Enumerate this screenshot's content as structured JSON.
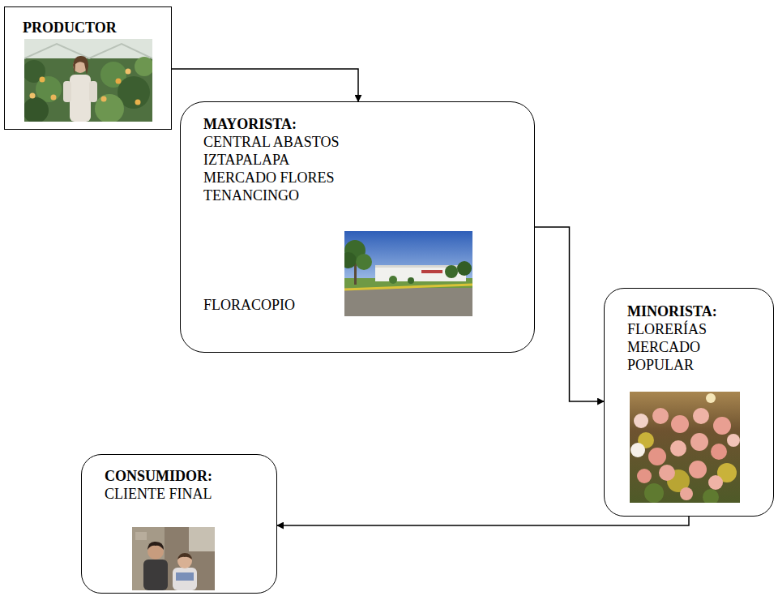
{
  "diagram": {
    "nodes": [
      {
        "text": [
          "PRODUCTOR"
        ]
      },
      {
        "text": [
          "MAYORISTA:",
          "CENTRAL ABASTOS IZTAPALAPA",
          "MERCADO FLORES TENANCINGO",
          "FLORACOPIO"
        ]
      },
      {
        "text": [
          "MINORISTA:",
          "FLORERÍAS MERCADO POPULAR"
        ]
      },
      {
        "text": [
          "CONSUMIDOR:",
          "CLIENTE FINAL"
        ]
      }
    ],
    "edges": [
      {
        "from": 0,
        "to": 1,
        "arrow": "to"
      },
      {
        "from": 1,
        "to": 2,
        "arrow": "to"
      },
      {
        "from": 2,
        "to": 3,
        "arrow": "to"
      }
    ]
  }
}
